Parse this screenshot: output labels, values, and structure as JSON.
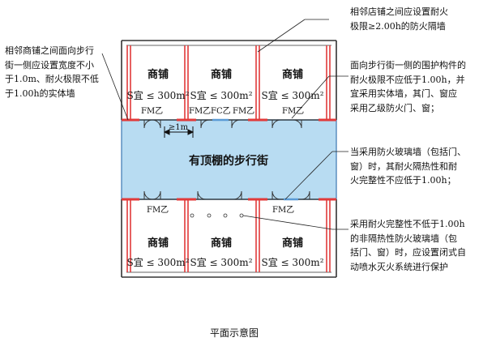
{
  "diagram": {
    "caption": "平面示意图",
    "street_label": "有顶棚的步行街",
    "shop_label": "商铺",
    "area_label": "S宜 ≤ 300m²",
    "fm_label": "FM乙",
    "fc_label": "FC乙",
    "dimension_label": "≥1m",
    "notes": {
      "left": [
        "相邻商铺之间面向步行",
        "街一侧应设置宽度不小",
        "于1.0m、耐火极限不低",
        "于1.00h的实体墙"
      ],
      "top_right": [
        "相邻店铺之间应设置耐火",
        "极限≥2.00h的防火隔墙"
      ],
      "right_1": [
        "面向步行街一侧的围护构件的",
        "耐火极限不应低于1.00h，并",
        "宜采用实体墙，其门、窗应",
        "采用乙级防火门、窗；"
      ],
      "right_2": [
        "当采用防火玻璃墙（包括门、",
        "窗）时，其耐火隔热性和耐",
        "火完整性不应低于1.00h；"
      ],
      "right_3": [
        "采用耐火完整性不低于1.00h",
        "的非隔热性防火玻璃墙（包",
        "括门、窗）时，应设置闭式自",
        "动喷水灭火系统进行保护"
      ]
    },
    "colors": {
      "street_fill": "#b8dcf2",
      "street_border": "#5b8fc0",
      "fire_wall": "#e13a3a",
      "glass_wall": "#5b9bd5",
      "leader_line": "#222222"
    }
  }
}
